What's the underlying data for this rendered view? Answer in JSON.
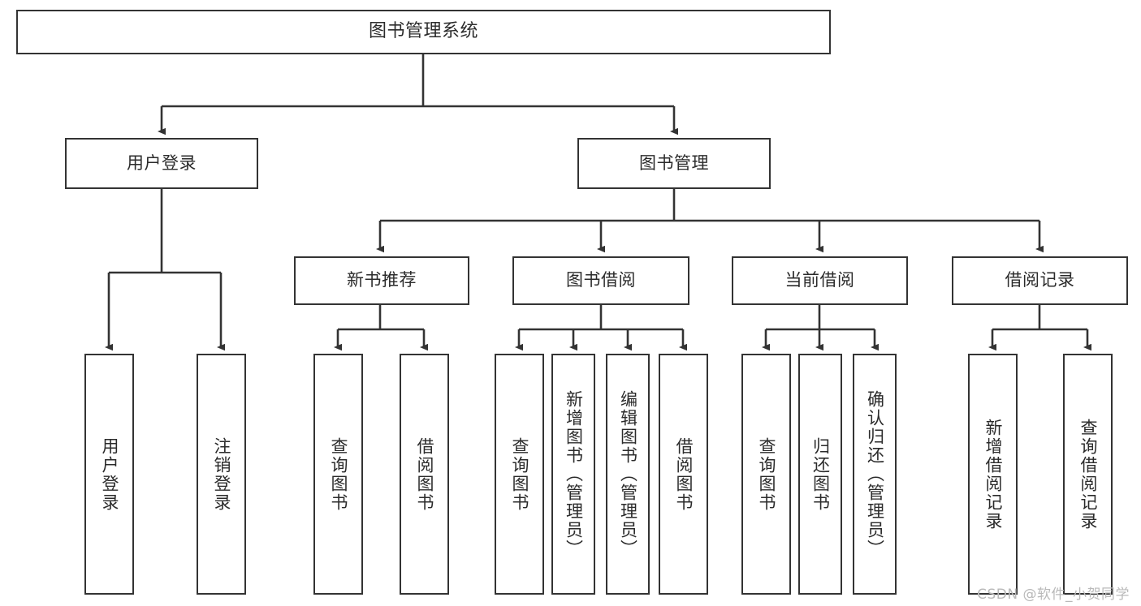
{
  "diagram": {
    "title": "图书管理系统",
    "type": "tree-hierarchy",
    "stroke_color": "#333333",
    "fill_color": "#ffffff",
    "text_color": "#2b2b2b",
    "watermark": "CSDN @软件_小贺同学"
  },
  "nodes": {
    "root": {
      "label": "图书管理系统"
    },
    "level1": [
      {
        "label": "用户登录"
      },
      {
        "label": "图书管理"
      }
    ],
    "level2": [
      {
        "label": "新书推荐"
      },
      {
        "label": "图书借阅"
      },
      {
        "label": "当前借阅"
      },
      {
        "label": "借阅记录"
      }
    ],
    "leaves": {
      "user_login": [
        {
          "label": "用户登录"
        },
        {
          "label": "注销登录"
        }
      ],
      "new_book_recommend": [
        {
          "label": "查询图书"
        },
        {
          "label": "借阅图书"
        }
      ],
      "book_borrow": [
        {
          "label": "查询图书"
        },
        {
          "label": "新增图书（管理员）"
        },
        {
          "label": "编辑图书（管理员）"
        },
        {
          "label": "借阅图书"
        }
      ],
      "current_borrow": [
        {
          "label": "查询图书"
        },
        {
          "label": "归还图书"
        },
        {
          "label": "确认归还（管理员）"
        }
      ],
      "borrow_record": [
        {
          "label": "新增借阅记录"
        },
        {
          "label": "查询借阅记录"
        }
      ]
    }
  }
}
